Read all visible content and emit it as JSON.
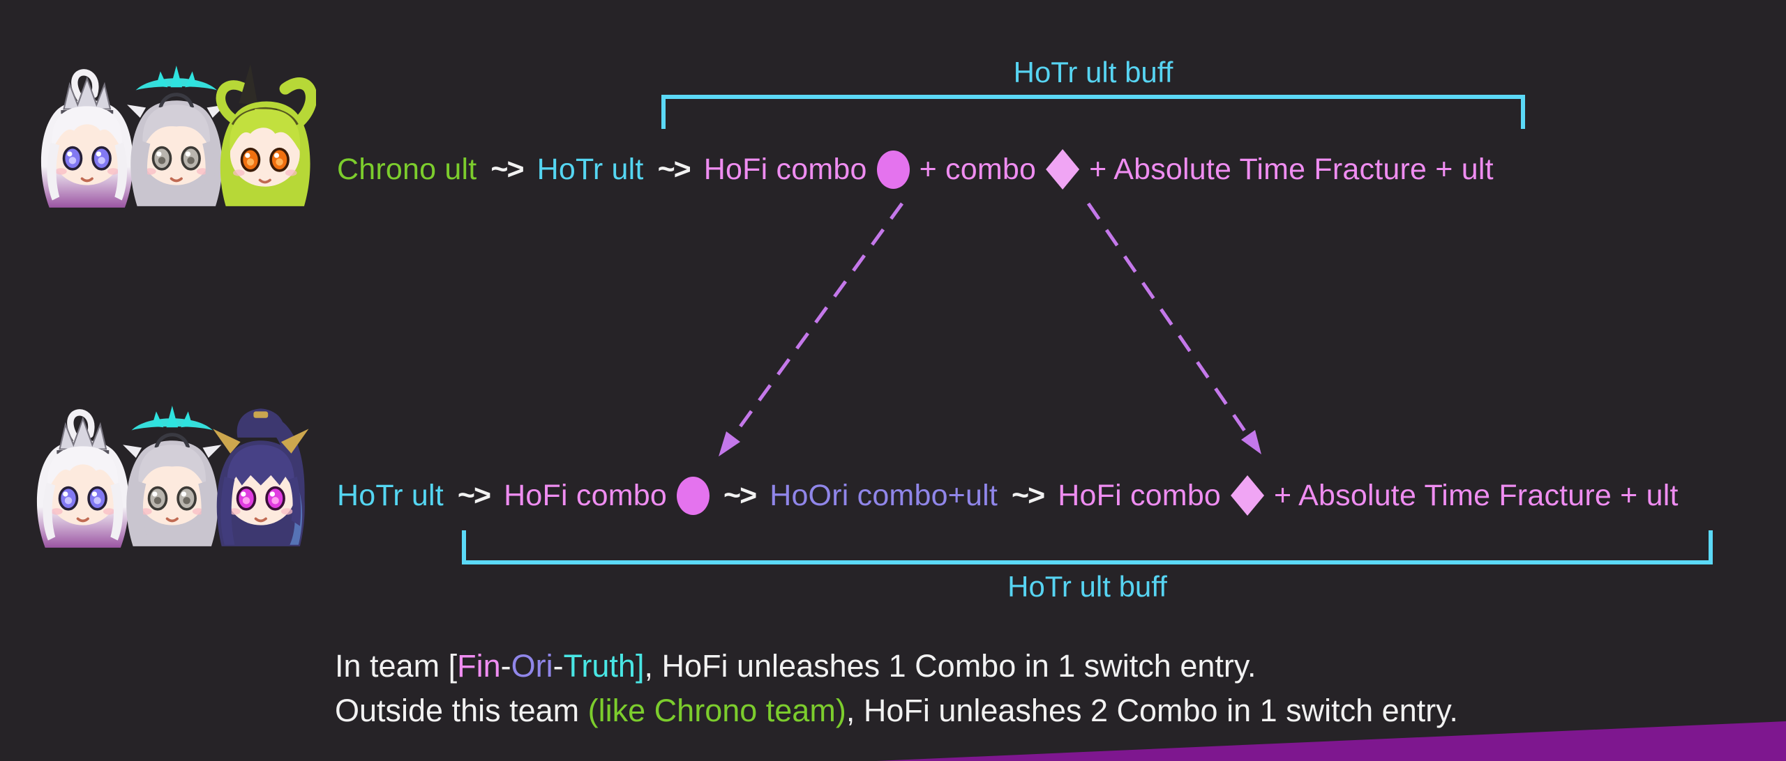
{
  "colors": {
    "background": "#262327",
    "green": "#7ccd2d",
    "cyan": "#55d6f2",
    "bracket_cyan": "#5bd9f7",
    "pink": "#ef8df1",
    "purple": "#9086e9",
    "teal": "#49e6e4",
    "white": "#f2f2f2",
    "arrow_violet": "#c478ea",
    "circle_fill": "#e473ee",
    "diamond_fill": "#f0a5f4",
    "wedge_purple": "#7e178f"
  },
  "top_flow": {
    "bracket_label": "HoTr ult buff",
    "segments": [
      {
        "kind": "text",
        "text": "Chrono ult",
        "color": "green"
      },
      {
        "kind": "arrow",
        "text": "~>",
        "color": "white"
      },
      {
        "kind": "text",
        "text": "HoTr ult",
        "color": "cyan"
      },
      {
        "kind": "arrow",
        "text": "~>",
        "color": "white"
      },
      {
        "kind": "text",
        "text": "HoFi combo",
        "color": "pink"
      },
      {
        "kind": "circle"
      },
      {
        "kind": "text",
        "text": "+ combo",
        "color": "pink"
      },
      {
        "kind": "diamond"
      },
      {
        "kind": "text",
        "text": "+ Absolute Time Fracture + ult",
        "color": "pink"
      }
    ]
  },
  "bottom_flow": {
    "bracket_label": "HoTr ult buff",
    "segments": [
      {
        "kind": "text",
        "text": "HoTr ult",
        "color": "cyan"
      },
      {
        "kind": "arrow",
        "text": "~>",
        "color": "white"
      },
      {
        "kind": "text",
        "text": "HoFi combo",
        "color": "pink"
      },
      {
        "kind": "circle"
      },
      {
        "kind": "arrow",
        "text": "~>",
        "color": "white"
      },
      {
        "kind": "text",
        "text": "HoOri combo+ult",
        "color": "purple"
      },
      {
        "kind": "arrow",
        "text": "~>",
        "color": "white"
      },
      {
        "kind": "text",
        "text": "HoFi combo",
        "color": "pink"
      },
      {
        "kind": "diamond"
      },
      {
        "kind": "text",
        "text": "+ Absolute Time Fracture + ult",
        "color": "pink"
      }
    ]
  },
  "notes": {
    "line1": [
      {
        "text": "In team [",
        "color": "white"
      },
      {
        "text": "Fin",
        "color": "pink"
      },
      {
        "text": "-",
        "color": "white"
      },
      {
        "text": "Ori",
        "color": "purple"
      },
      {
        "text": "-",
        "color": "white"
      },
      {
        "text": "Truth]",
        "color": "teal"
      },
      {
        "text": ", HoFi unleashes 1 Combo in 1 switch entry.",
        "color": "white"
      }
    ],
    "line2": [
      {
        "text": "Outside this team ",
        "color": "white"
      },
      {
        "text": "(like Chrono team)",
        "color": "green"
      },
      {
        "text": ", HoFi unleashes 2 Combo in 1 switch entry.",
        "color": "white"
      }
    ]
  }
}
